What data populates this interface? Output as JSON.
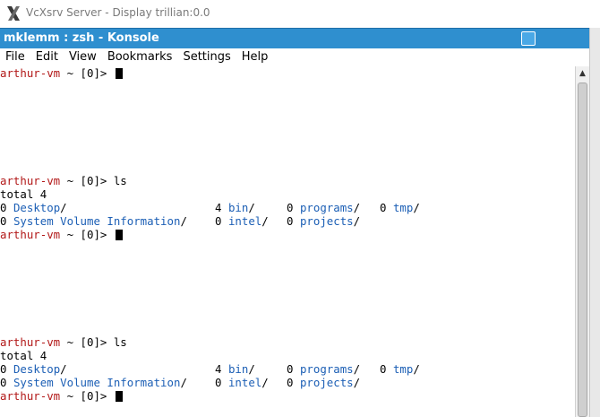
{
  "host_window": {
    "title": "VcXsrv Server - Display trillian:0.0",
    "icon": "x-logo-icon"
  },
  "konsole": {
    "title": "mklemm : zsh - Konsole",
    "menu": [
      "File",
      "Edit",
      "View",
      "Bookmarks",
      "Settings",
      "Help"
    ]
  },
  "terminal": {
    "prompt_host": "arthur-vm",
    "prompt_rest": " ~ [0]> ",
    "command": "ls",
    "total": "total 4",
    "listing": {
      "row1": [
        {
          "size": "0",
          "name": "Desktop",
          "suffix": "/"
        },
        {
          "size": "4",
          "name": "bin",
          "suffix": "/"
        },
        {
          "size": "0",
          "name": "programs",
          "suffix": "/"
        },
        {
          "size": "0",
          "name": "tmp",
          "suffix": "/"
        }
      ],
      "row2": [
        {
          "size": "0",
          "name": "System Volume Information",
          "suffix": "/"
        },
        {
          "size": "0",
          "name": "intel",
          "suffix": "/"
        },
        {
          "size": "0",
          "name": "projects",
          "suffix": "/"
        }
      ]
    }
  },
  "colors": {
    "titlebar": "#2f8fcf",
    "prompt_host": "#b21818",
    "directory": "#1c5fb5"
  }
}
